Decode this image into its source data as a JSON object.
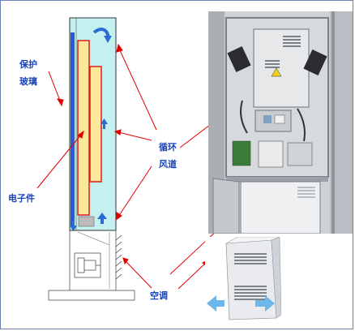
{
  "labels": {
    "protective_glass_line1": "保护",
    "protective_glass_line2": "玻璃",
    "electronics": "电子件",
    "circulation_line1": "循环",
    "circulation_line2": "风道",
    "air_conditioner": "空调"
  },
  "colors": {
    "cabinet_fill": "#c5f0f0",
    "glass_bar": "#2d56d8",
    "panel_fill": "#fce89a",
    "panel_border": "#e21a1a",
    "arrow_blue": "#2b6bd6",
    "arrow_red": "#e00000",
    "label_text": "#1a44b8",
    "ac_outflow": "#6fb7ea"
  }
}
